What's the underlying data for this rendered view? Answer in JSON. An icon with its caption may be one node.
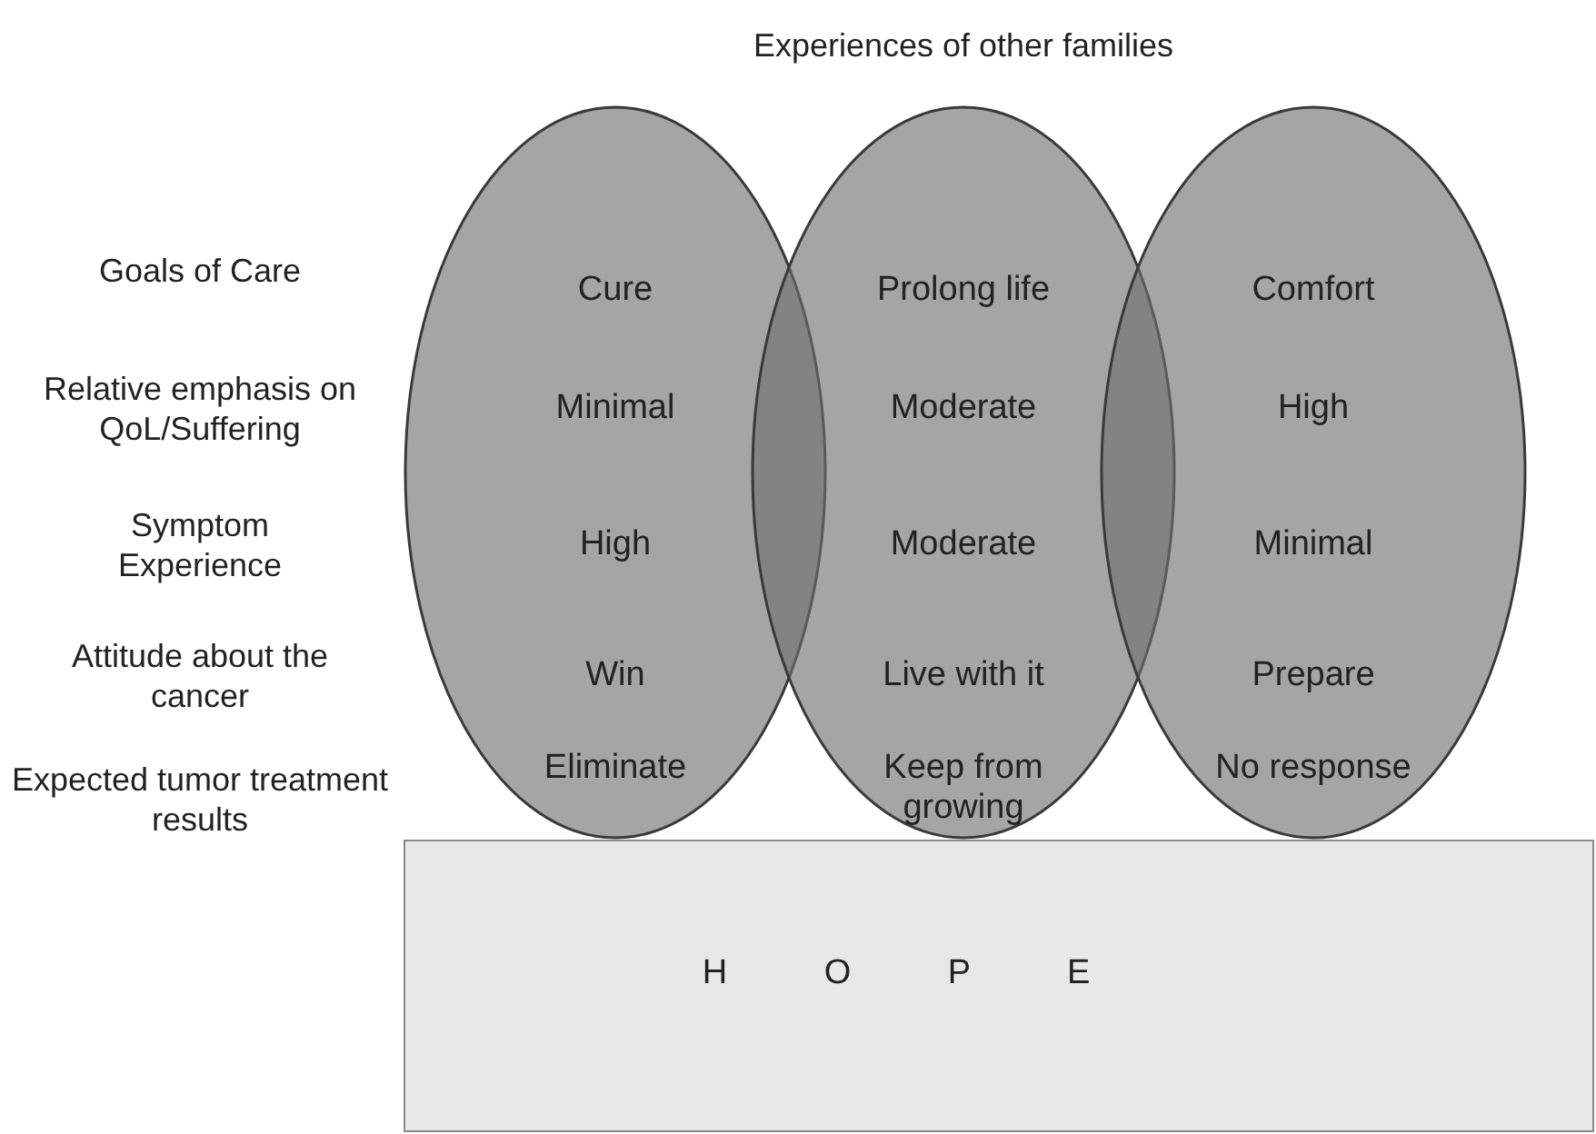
{
  "diagram": {
    "title": "Experiences of other families",
    "nodes": [
      {
        "text": [
          "Cure",
          "Minimal",
          "High",
          "Win",
          "Eliminate"
        ]
      },
      {
        "text": [
          "Prolong life",
          "Moderate",
          "Moderate",
          "Live with it",
          "Keep from growing"
        ]
      },
      {
        "text": [
          "Comfort",
          "High",
          "Minimal",
          "Prepare",
          "No response"
        ]
      },
      {
        "text": [
          "H O P E"
        ]
      }
    ],
    "labels": [
      "Goals of Care",
      "Relative emphasis on QoL/Suffering",
      "Symptom Experience",
      "Attitude about the cancer",
      "Expected tumor treatment results"
    ]
  }
}
